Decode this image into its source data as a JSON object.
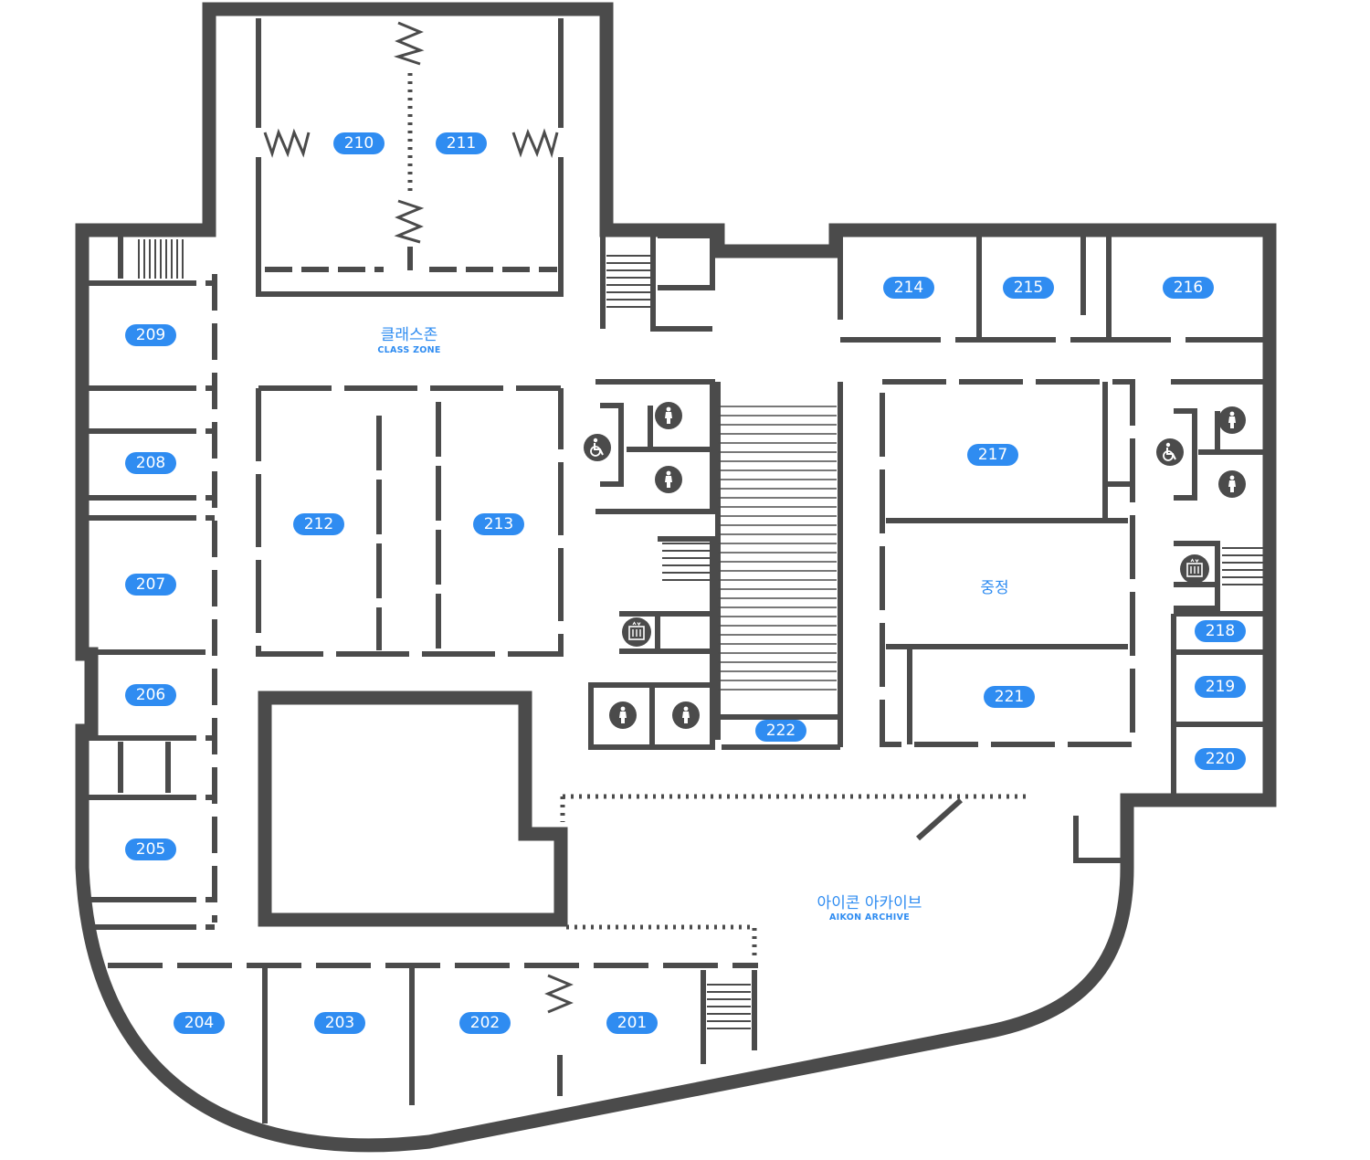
{
  "map": {
    "zones": {
      "class_zone": {
        "name": "클래스존",
        "name_en": "CLASS ZONE"
      },
      "courtyard": {
        "name": "중정"
      },
      "archive": {
        "name": "아이콘 아카이브",
        "name_en": "AIKON ARCHIVE"
      }
    },
    "rooms": {
      "r201": "201",
      "r202": "202",
      "r203": "203",
      "r204": "204",
      "r205": "205",
      "r206": "206",
      "r207": "207",
      "r208": "208",
      "r209": "209",
      "r210": "210",
      "r211": "211",
      "r212": "212",
      "r213": "213",
      "r214": "214",
      "r215": "215",
      "r216": "216",
      "r217": "217",
      "r218": "218",
      "r219": "219",
      "r220": "220",
      "r221": "221",
      "r222": "222"
    },
    "icons": {
      "restroom": "restroom-person-icon",
      "accessible": "wheelchair-icon",
      "elevator": "elevator-icon",
      "stairs": "stairs-icon"
    },
    "colors": {
      "wall": "#4b4b4b",
      "badge": "#2f8cf1",
      "label": "#2f8cf1",
      "background": "#ffffff"
    }
  }
}
